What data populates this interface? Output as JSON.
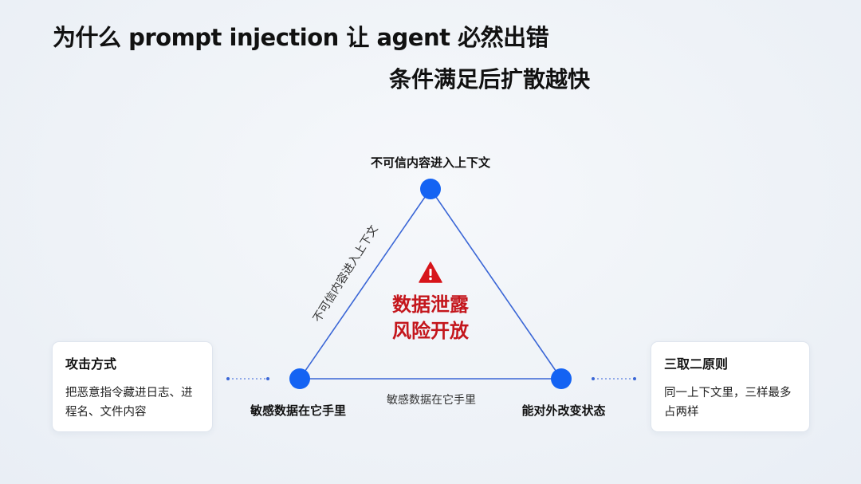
{
  "title": "为什么 prompt injection 让 agent 必然出错",
  "subtitle": "条件满足后扩散越快",
  "diagram": {
    "nodes": {
      "top": "不可信内容进入上下文",
      "left": "敏感数据在它手里",
      "right": "能对外改变状态"
    },
    "edges": {
      "left_side": "不可信内容进入上下文",
      "bottom": "敏感数据在它手里"
    },
    "center": {
      "icon": "warning-icon",
      "line1": "数据泄露",
      "line2": "风险开放",
      "color": "#c4161c"
    },
    "node_color": "#1463f3",
    "line_color": "#3a66d6"
  },
  "left_card": {
    "title": "攻击方式",
    "body": "把恶意指令藏进日志、进程名、文件内容"
  },
  "right_card": {
    "title": "三取二原则",
    "body": "同一上下文里，三样最多占两样"
  }
}
